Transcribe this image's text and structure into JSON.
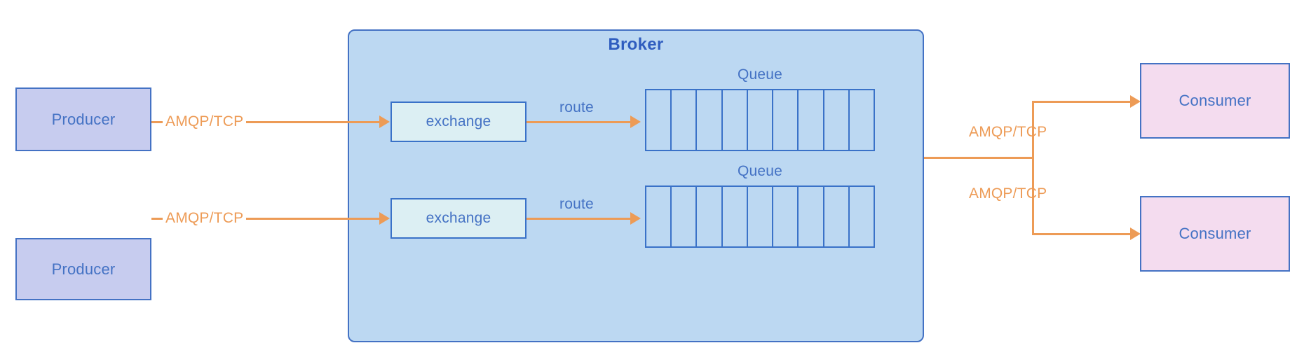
{
  "diagram": {
    "title": "AMQP message broker architecture",
    "colors": {
      "producer_fill": "#C7CCEF",
      "consumer_fill": "#F4DCEF",
      "exchange_fill": "#DCEFF3",
      "broker_fill": "#BCD8F2",
      "node_border": "#4472C4",
      "label_blue": "#4472C4",
      "connector_orange": "#ED9B56",
      "background": "#FFFFFF"
    },
    "broker": {
      "title": "Broker",
      "exchanges": [
        {
          "label": "exchange"
        },
        {
          "label": "exchange"
        }
      ],
      "queues": [
        {
          "label": "Queue",
          "cells": 9
        },
        {
          "label": "Queue",
          "cells": 9
        }
      ],
      "route_labels": [
        {
          "label": "route"
        },
        {
          "label": "route"
        }
      ]
    },
    "producers": [
      {
        "label": "Producer",
        "link_label": "AMQP/TCP"
      },
      {
        "label": "Producer",
        "link_label": "AMQP/TCP"
      }
    ],
    "consumers": [
      {
        "label": "Consumer",
        "link_label": "AMQP/TCP"
      },
      {
        "label": "Consumer",
        "link_label": "AMQP/TCP"
      }
    ]
  }
}
